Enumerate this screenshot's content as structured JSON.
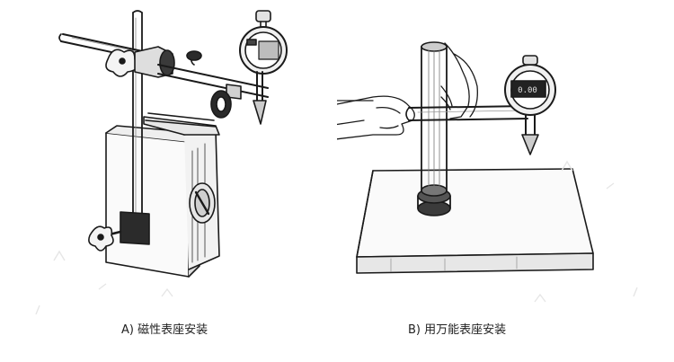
{
  "figure": {
    "panels": [
      {
        "caption": "A)  磁性表座安装",
        "subject": "magnetic-base-indicator-stand",
        "dial_gauge": "digital-dial-indicator"
      },
      {
        "caption": "B)  用万能表座安装",
        "subject": "universal-base-indicator-stand",
        "dial_gauge": "digital-dial-indicator",
        "dial_readout": "0.00"
      }
    ],
    "colors": {
      "ink": "#1a1a1a",
      "shade": "#555555",
      "paper": "#ffffff",
      "light": "#d9d9d9"
    }
  }
}
